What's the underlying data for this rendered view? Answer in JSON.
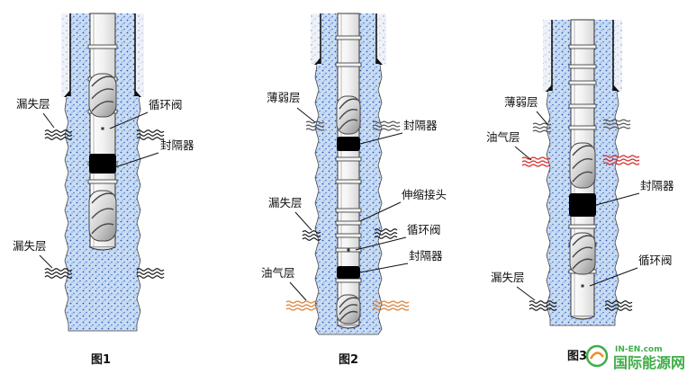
{
  "figures": [
    {
      "caption": "图1",
      "labels": {
        "loss_upper": "漏失层",
        "circ_valve": "循环阀",
        "packer": "封隔器",
        "loss_lower": "漏失层"
      }
    },
    {
      "caption": "图2",
      "labels": {
        "weak": "薄弱层",
        "packer_upper": "封隔器",
        "loss": "漏失层",
        "expansion_joint": "伸缩接头",
        "circ_valve": "循环阀",
        "oil_gas": "油气层",
        "packer_lower": "封隔器"
      }
    },
    {
      "caption": "图3",
      "labels": {
        "weak": "薄弱层",
        "oil_gas": "油气层",
        "packer": "封隔器",
        "circ_valve": "循环阀",
        "loss": "漏失层"
      }
    }
  ],
  "watermark": {
    "logo_text": "IN-EN.com",
    "site_name": "国际能源网"
  },
  "colors": {
    "fluid": "#c8dcf3",
    "fluid_dots": "#2c55b8",
    "rock": "#eef2f8",
    "rock_dots": "#7d93c8",
    "loss_zone": "#111111",
    "weak_zone": "#555555",
    "oil_gas_red": "#d42a2a",
    "oil_gas_orange": "#d9823a",
    "packer": "#000000",
    "watermark_green": "#3fae49"
  }
}
